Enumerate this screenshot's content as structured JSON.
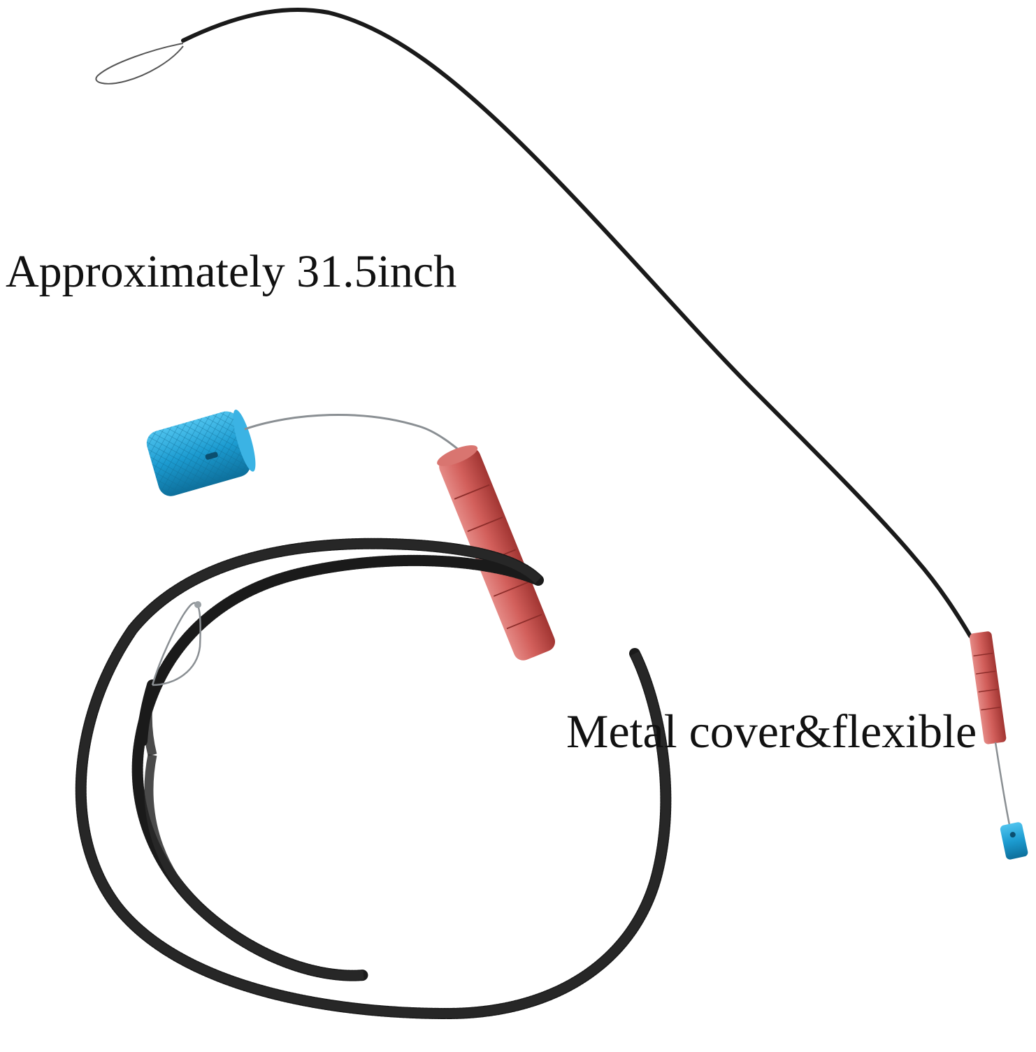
{
  "captions": {
    "length": "Approximately 31.5inch",
    "cover": "Metal cover&flexible"
  },
  "colors": {
    "background": "#ffffff",
    "cable_black": "#1a1a1a",
    "handle_red": "#c9514f",
    "knob_blue": "#1c9bd0",
    "steel_wire": "#8a8f93"
  },
  "icons": {
    "tool_1": "long-reach-pick-tool-with-wire-loop",
    "tool_2": "coiled-flexible-metal-covered-pick-tool"
  }
}
